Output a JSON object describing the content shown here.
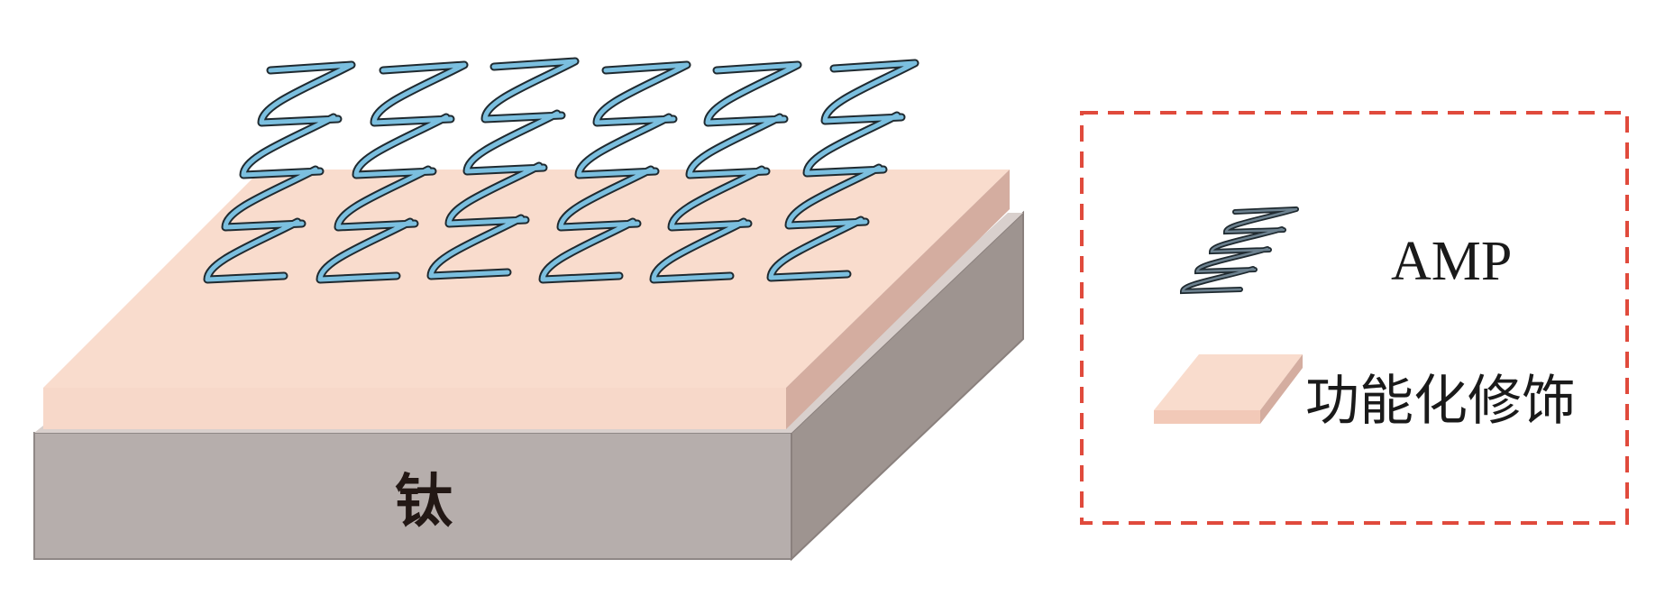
{
  "slab": {
    "substrate_label": "钛"
  },
  "legend": {
    "items": [
      {
        "label": "AMP",
        "icon": "helix-icon"
      },
      {
        "label": "功能化修饰",
        "icon": "coating-slab-icon"
      }
    ]
  },
  "colors": {
    "coating_top": "#f9dccd",
    "coating_side": "#d4ada0",
    "substrate_front": "#b6aeac",
    "substrate_side": "#9e9490",
    "helix_fill": "#7bbfdf",
    "helix_outline": "#1f2a30",
    "legend_border": "#e04a3c"
  }
}
